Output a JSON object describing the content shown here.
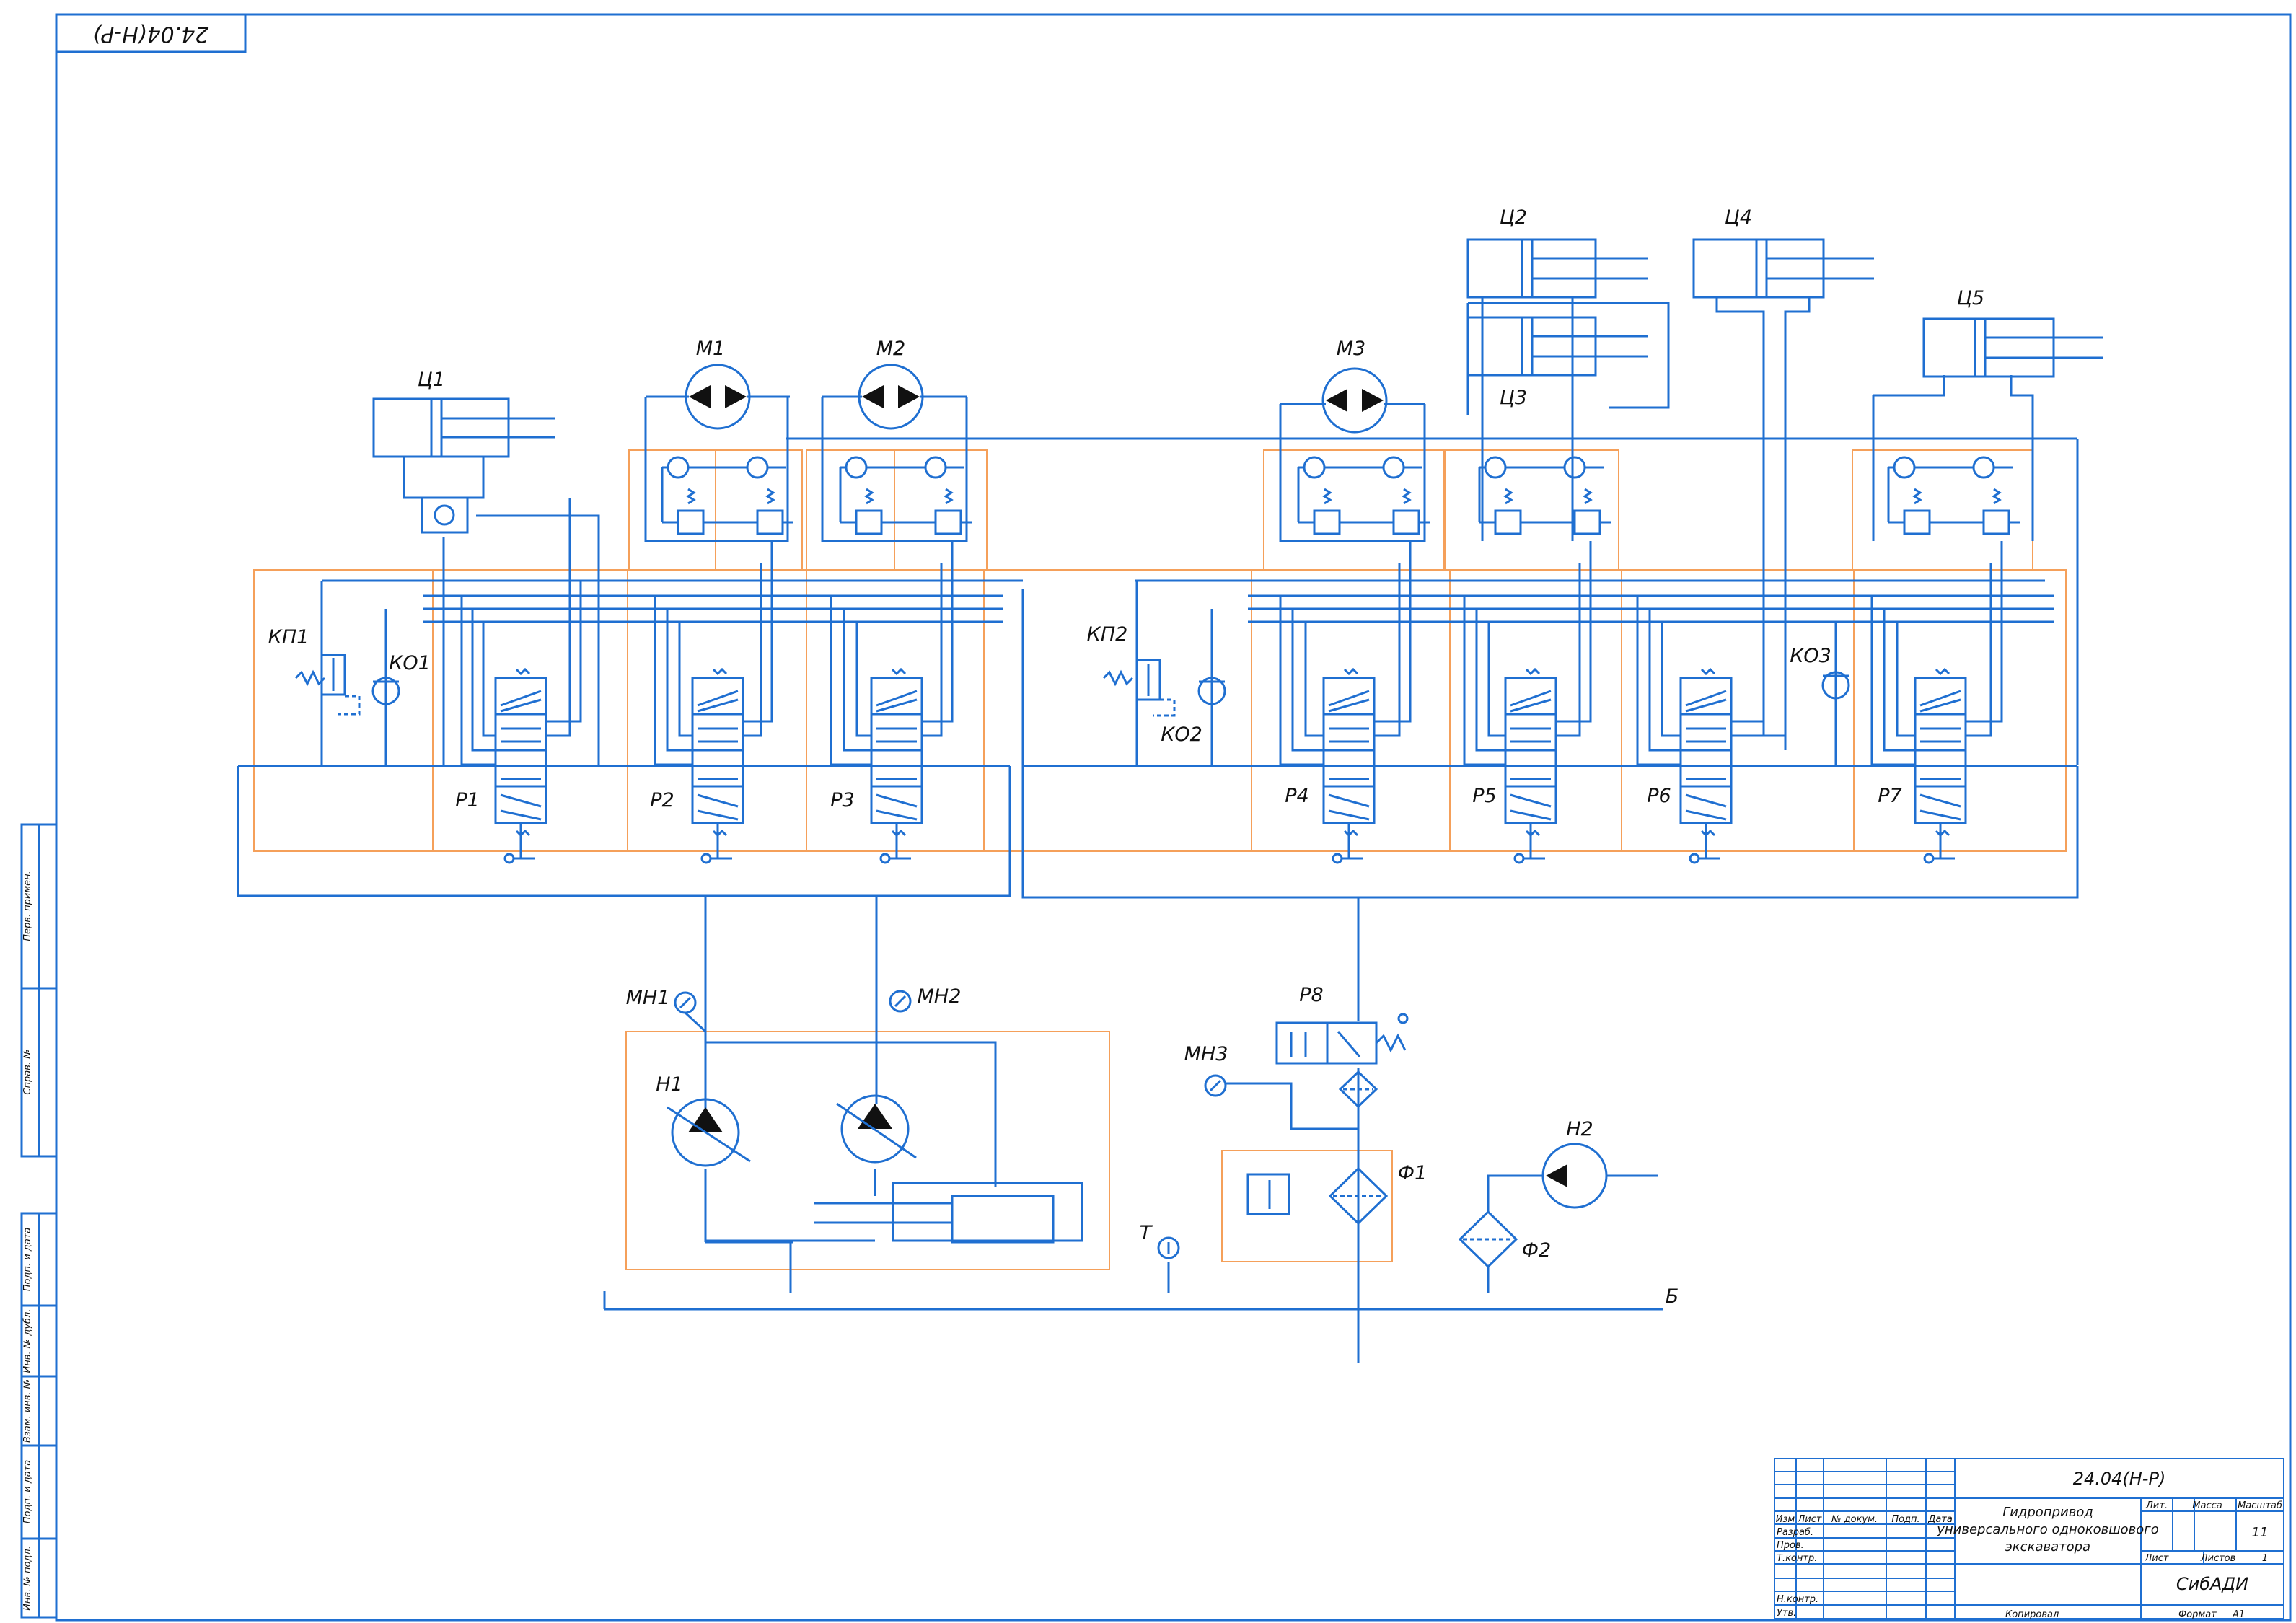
{
  "sheet": {
    "top_code": "24.04(Н-Р)",
    "tank_label": "Б",
    "side_labels": [
      "Перв. примен.",
      "Справ. №",
      "Подп. и дата",
      "Инв. № дубл.",
      "Взам. инв. №",
      "Подп. и дата",
      "Инв. № подл."
    ]
  },
  "components": {
    "cylinders": [
      "Ц1",
      "Ц2",
      "Ц3",
      "Ц4",
      "Ц5"
    ],
    "motors": [
      "М1",
      "М2",
      "М3"
    ],
    "relief_valves": [
      "КП1",
      "КП2"
    ],
    "check_valves": [
      "КО1",
      "КО2",
      "КО3"
    ],
    "distributors": [
      "Р1",
      "Р2",
      "Р3",
      "Р4",
      "Р5",
      "Р6",
      "Р7",
      "Р8"
    ],
    "gauges": [
      "МН1",
      "МН2",
      "МН3"
    ],
    "pumps": [
      "Н1",
      "Н2"
    ],
    "filters": [
      "Ф1",
      "Ф2"
    ],
    "thermometer": "Т"
  },
  "title_block": {
    "code": "24.04(Н-Р)",
    "title_line1": "Гидропривод",
    "title_line2": "универсального одноковшового",
    "title_line3": "экскаватора",
    "col_headers": [
      "Изм",
      "Лист",
      "№ докум.",
      "Подп.",
      "Дата"
    ],
    "row_labels": [
      "Разраб.",
      "Пров.",
      "Т.контр.",
      "Н.контр.",
      "Утв."
    ],
    "lit_label": "Лит.",
    "mass_label": "Масса",
    "scale_label": "Масштаб",
    "scale_value": "11",
    "sheet_label": "Лист",
    "sheets_label": "Листов",
    "sheets_value": "1",
    "organization": "СибАДИ",
    "copied_label": "Копировал",
    "format_label": "Формат",
    "format_value": "А1"
  }
}
